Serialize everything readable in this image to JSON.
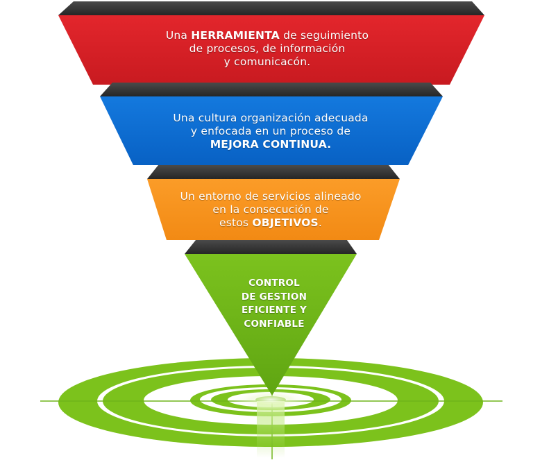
{
  "tiers": [
    {
      "color": "#d92026",
      "lines": [
        {
          "pre": "Una ",
          "bold": "HERRAMIENTA",
          "post": " de seguimiento"
        },
        {
          "pre": "de procesos,  de información",
          "bold": "",
          "post": ""
        },
        {
          "pre": "y comunicacón.",
          "bold": "",
          "post": ""
        }
      ]
    },
    {
      "color": "#0a6fd6",
      "lines": [
        {
          "pre": "Una cultura organización adecuada",
          "bold": "",
          "post": ""
        },
        {
          "pre": "y enfocada en un proceso de",
          "bold": "",
          "post": ""
        },
        {
          "pre": "",
          "bold": "MEJORA CONTINUA.",
          "post": ""
        }
      ]
    },
    {
      "color": "#f7931e",
      "lines": [
        {
          "pre": "Un entorno de servicios alineado",
          "bold": "",
          "post": ""
        },
        {
          "pre": "en la consecución de",
          "bold": "",
          "post": ""
        },
        {
          "pre": "estos ",
          "bold": "OBJETIVOS",
          "post": "."
        }
      ]
    },
    {
      "color": "#6fb718",
      "lines": [
        {
          "pre": "CONTROL",
          "bold": "",
          "post": ""
        },
        {
          "pre": "DE GESTION",
          "bold": "",
          "post": ""
        },
        {
          "pre": "EFICIENTE Y",
          "bold": "",
          "post": ""
        },
        {
          "pre": "CONFIABLE",
          "bold": "",
          "post": ""
        }
      ]
    }
  ],
  "colors": {
    "dark_band": "#3a3a3a",
    "target_green": "#7cc21c",
    "target_white": "#ffffff"
  }
}
